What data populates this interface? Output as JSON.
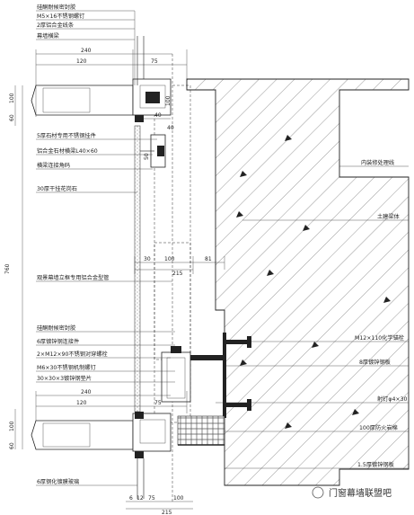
{
  "labels_top": [
    "硅酮耐候密封胶",
    "M5×16不锈钢螺钉",
    "2厚铝合金线条",
    "幕墙横梁"
  ],
  "labels_mid_left": [
    "5厚石材专用不锈钢挂件",
    "铝合金石材横梁L40×60",
    "横梁连接角码",
    "30厚干挂花岗石"
  ],
  "label_profile": "观景幕墙立框专用铝合金型管",
  "labels_lower_left": [
    "硅酮耐候密封胶",
    "6厚镀锌钢连接件",
    "2×M12×90不锈钢对穿螺栓",
    "M6×30不锈钢机制螺钉",
    "30×30×3镀锌钢垫片"
  ],
  "label_glass": "6厚钢化镀膜玻璃",
  "labels_right": [
    "内装修处理线",
    "土建梁体",
    "M12×110化学锚栓",
    "8厚镀锌钢板",
    "射钉φ4×30",
    "100厚防火岩棉",
    "1.5厚镀锌钢板"
  ],
  "dims": {
    "top_240": "240",
    "top_120": "120",
    "top_75": "75",
    "top_40": "40",
    "bot_240": "240",
    "bot_120": "120",
    "bot_75": "75",
    "mid_30": "30",
    "mid_100": "100",
    "mid_81": "81",
    "mid_215": "215",
    "base_6": "6",
    "base_12": "12",
    "base_75": "75",
    "base_100": "100",
    "base_215": "215",
    "left_100a": "100",
    "left_60a": "60",
    "left_760": "760",
    "left_100b": "100",
    "left_60b": "60",
    "beam_100": "100",
    "bracket_50": "50",
    "bracket_40": "40"
  },
  "watermark": "门窗幕墙联盟吧"
}
